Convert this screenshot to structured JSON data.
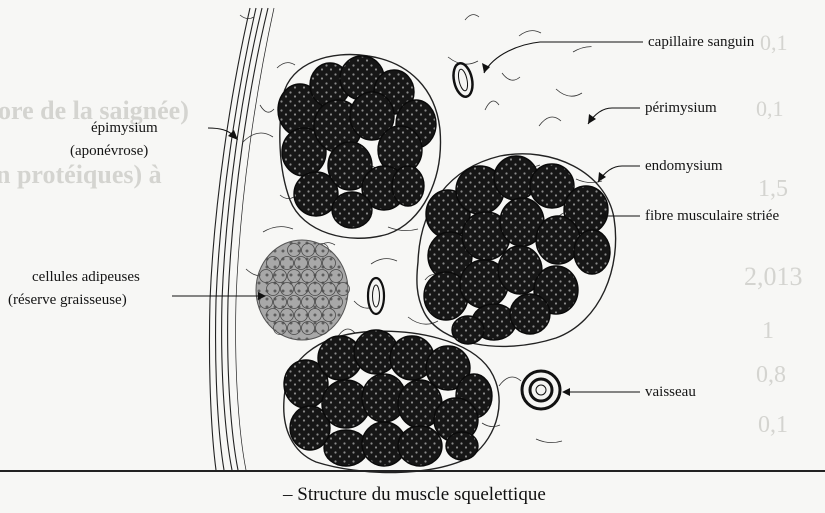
{
  "labels": {
    "capillaire": "capillaire sanguin",
    "perimysium": "périmysium",
    "endomysium": "endomysium",
    "fibre": "fibre musculaire striée",
    "epimysium": "épimysium",
    "aponevrose": "(aponévrose)",
    "adipeuses": "cellules adipeuses",
    "reserve": "(réserve graisseuse)",
    "vaisseau": "vaisseau"
  },
  "caption": "– Structure du muscle squelettique",
  "bleed_through": {
    "line1": "ore de la saignée)",
    "line2": "n protéiques) à",
    "n1": "0,1",
    "n2": "0,1",
    "n3": "1,5",
    "n4": "2,013",
    "n5": "1",
    "n6": "0,8",
    "n7": "0,1"
  },
  "colors": {
    "ink": "#111111",
    "fiber": "#1a1a1a",
    "fat": "#9a9a9a",
    "paper": "#f7f7f5",
    "ghost": "#d4d4d0"
  }
}
